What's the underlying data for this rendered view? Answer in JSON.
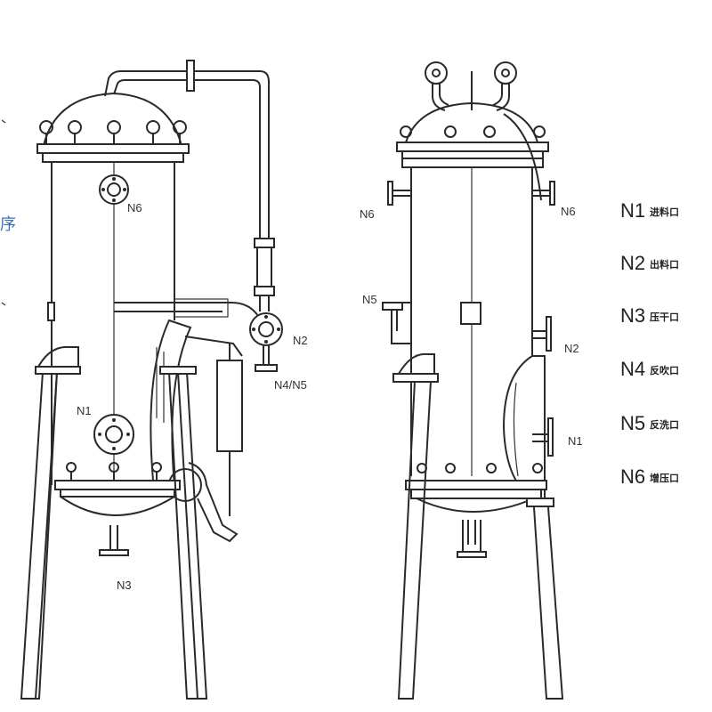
{
  "left_view": {
    "labels": {
      "n6": "N6",
      "n2": "N2",
      "n4n5": "N4/N5",
      "n1": "N1",
      "n3": "N3"
    }
  },
  "right_view": {
    "labels": {
      "n6_left": "N6",
      "n6_right": "N6",
      "n5": "N5",
      "n2": "N2",
      "n1": "N1"
    }
  },
  "legend": {
    "items": [
      {
        "code": "N1",
        "desc": "进料口"
      },
      {
        "code": "N2",
        "desc": "出料口"
      },
      {
        "code": "N3",
        "desc": "压干口"
      },
      {
        "code": "N4",
        "desc": "反吹口"
      },
      {
        "code": "N5",
        "desc": "反洗口"
      },
      {
        "code": "N6",
        "desc": "增压口"
      }
    ]
  },
  "edge_glyph": "序",
  "colors": {
    "line": "#2a2a2a",
    "edge_glyph": "#3d6fae"
  }
}
